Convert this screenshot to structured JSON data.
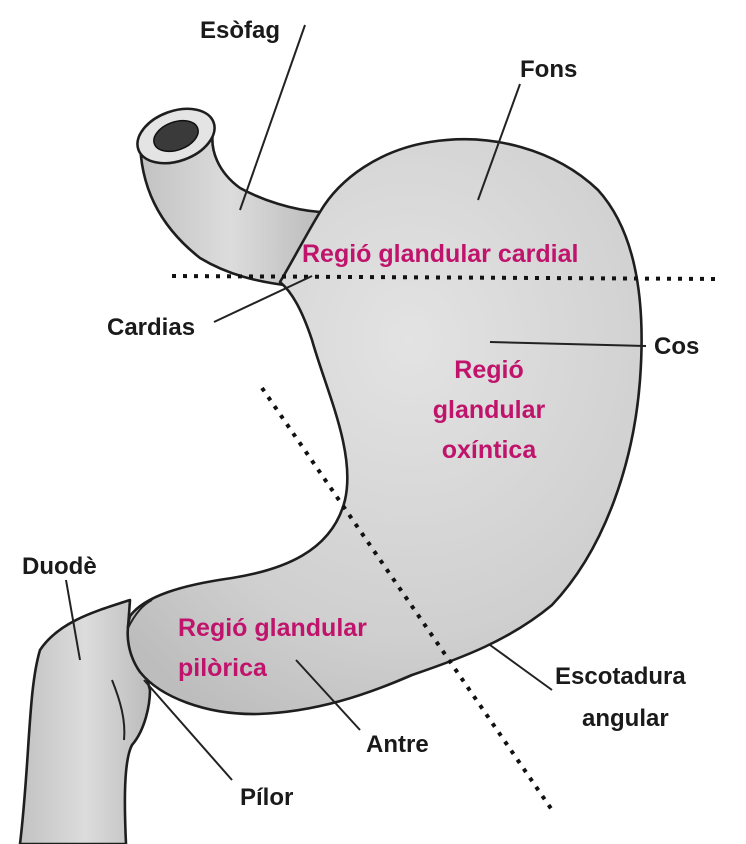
{
  "labels": {
    "esofag": "Esòfag",
    "fons": "Fons",
    "cardias": "Cardias",
    "cos": "Cos",
    "duode": "Duodè",
    "escotadura_line1": "Escotadura",
    "escotadura_line2": "angular",
    "antre": "Antre",
    "pilor": "Pílor"
  },
  "regions": {
    "cardial": "Regió glandular cardial",
    "oxintica_line1": "Regió",
    "oxintica_line2": "glandular",
    "oxintica_line3": "oxíntica",
    "pilorica_line1": "Regió glandular",
    "pilorica_line2": "pilòrica"
  },
  "colors": {
    "region_text": "#c0146c",
    "organ_fill": "#d4d4d4",
    "organ_stroke": "#1e1e1e",
    "label_text": "#1a1a1a"
  }
}
